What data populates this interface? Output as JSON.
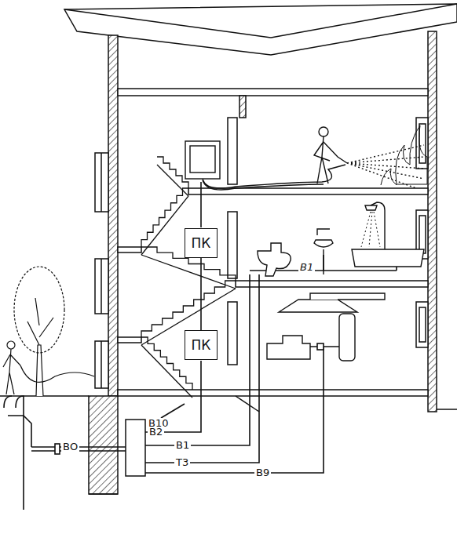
{
  "diagram": {
    "nodes": [
      {
        "text": [
          "ПК"
        ]
      },
      {
        "text": [
          "ПК"
        ]
      }
    ],
    "edges": [
      {
        "from": 0,
        "to": 1,
        "arrow": "none"
      }
    ],
    "labels": [
      "В1",
      "В10",
      "В2",
      "ВО",
      "В1",
      "Т3",
      "В9"
    ]
  }
}
